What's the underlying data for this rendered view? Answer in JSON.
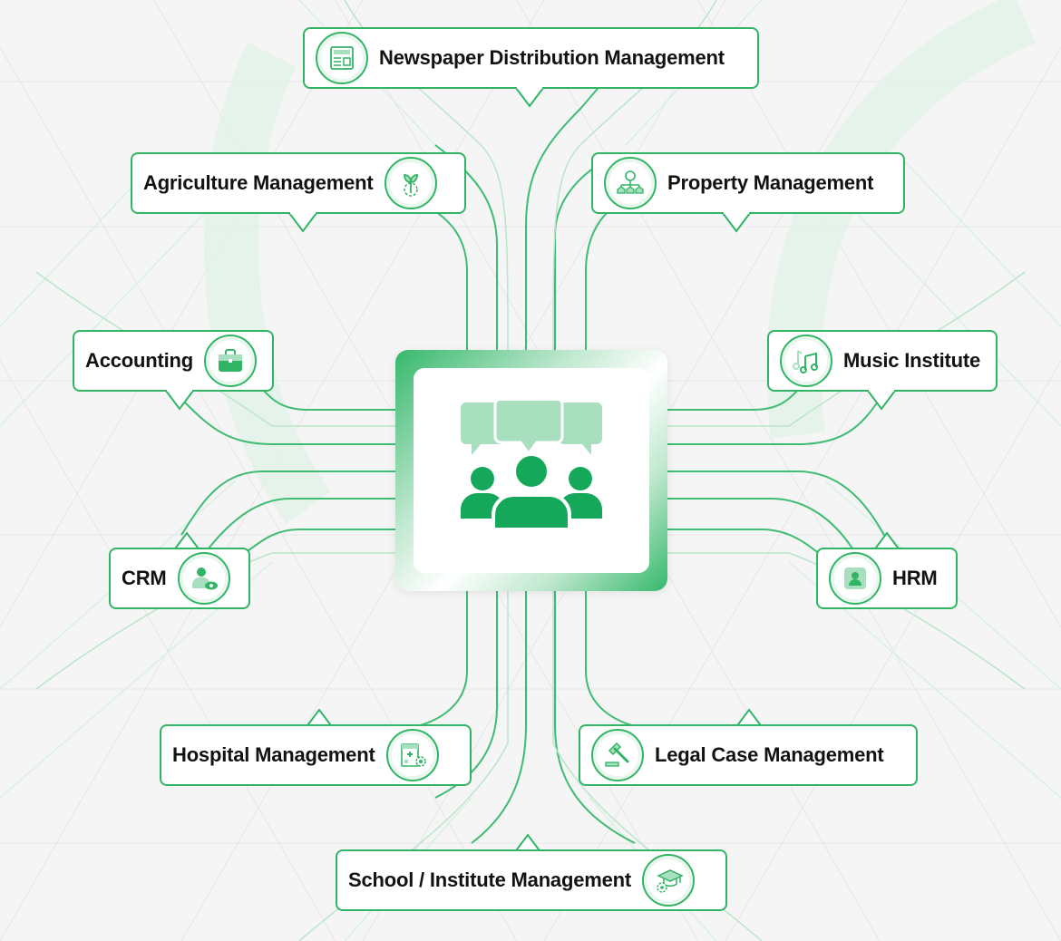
{
  "colors": {
    "accent": "#31b565",
    "accent_light": "#a8dfbe",
    "line": "#3fbc73",
    "text": "#121212"
  },
  "hub": {
    "icon": "group-chat-icon"
  },
  "nodes": {
    "newspaper": {
      "label": "Newspaper Distribution Management",
      "icon": "newspaper-icon"
    },
    "agriculture": {
      "label": "Agriculture Management",
      "icon": "plant-gear-icon"
    },
    "property": {
      "label": "Property Management",
      "icon": "property-network-icon"
    },
    "accounting": {
      "label": "Accounting",
      "icon": "briefcase-icon"
    },
    "music": {
      "label": "Music Institute",
      "icon": "music-notes-icon"
    },
    "crm": {
      "label": "CRM",
      "icon": "user-eye-icon"
    },
    "hrm": {
      "label": "HRM",
      "icon": "id-badge-icon"
    },
    "hospital": {
      "label": "Hospital Management",
      "icon": "hospital-gear-icon"
    },
    "legal": {
      "label": "Legal Case Management",
      "icon": "gavel-icon"
    },
    "school": {
      "label": "School / Institute Management",
      "icon": "graduation-gear-icon"
    }
  }
}
